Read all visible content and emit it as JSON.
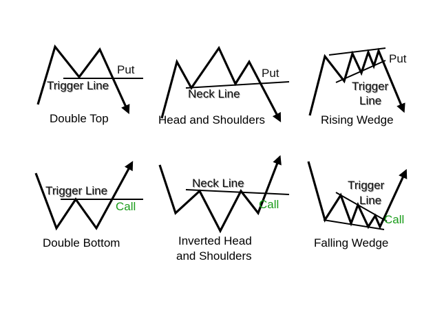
{
  "colors": {
    "line": "#000000",
    "put_text": "#111111",
    "call_text": "#1a9c1a",
    "label_text": "#111111",
    "shadow": "#9a9a9a"
  },
  "patterns": [
    {
      "caption": [
        "Double Top"
      ],
      "trigger_label": [
        "Trigger Line"
      ],
      "signal": "Put",
      "signal_type": "put"
    },
    {
      "caption": [
        "Head and Shoulders"
      ],
      "trigger_label": [
        "Neck Line"
      ],
      "signal": "Put",
      "signal_type": "put"
    },
    {
      "caption": [
        "Rising Wedge"
      ],
      "trigger_label": [
        "Trigger",
        "Line"
      ],
      "signal": "Put",
      "signal_type": "put"
    },
    {
      "caption": [
        "Double Bottom"
      ],
      "trigger_label": [
        "Trigger Line"
      ],
      "signal": "Call",
      "signal_type": "call"
    },
    {
      "caption": [
        "Inverted Head",
        "and Shoulders"
      ],
      "trigger_label": [
        "Neck Line"
      ],
      "signal": "Call",
      "signal_type": "call"
    },
    {
      "caption": [
        "Falling Wedge"
      ],
      "trigger_label": [
        "Trigger",
        "Line"
      ],
      "signal": "Call",
      "signal_type": "call"
    }
  ]
}
